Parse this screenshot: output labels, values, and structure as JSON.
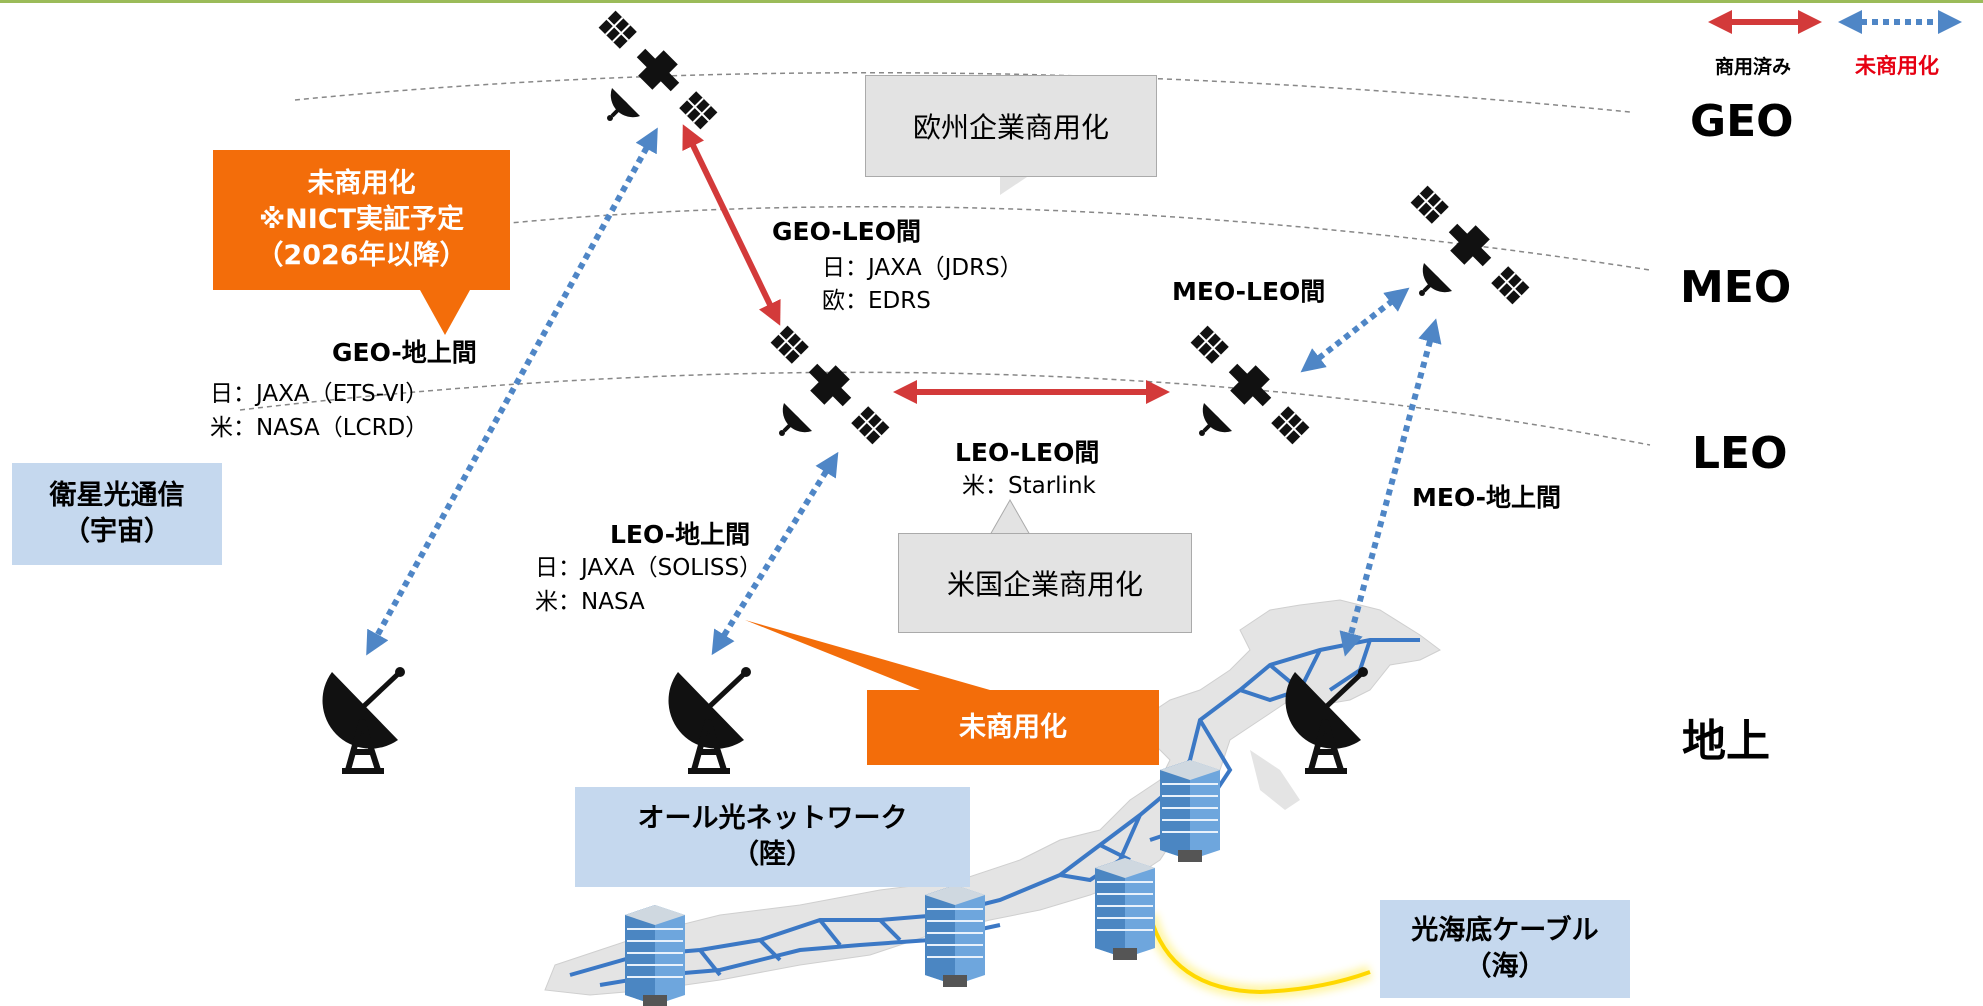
{
  "colors": {
    "commercial_arrow": "#d33a3a",
    "noncommercial_arrow": "#4f86c6",
    "orange_callout": "#f36d0a",
    "blue_box": "#c5d8ee",
    "grey_callout": "#e3e3e3",
    "legend_red_text": "#e60012",
    "cable_glow": "#ffe94a"
  },
  "legend": {
    "commercial": "商用済み",
    "noncommercial": "未商用化"
  },
  "orbits": {
    "geo": "GEO",
    "meo": "MEO",
    "leo": "LEO",
    "ground": "地上"
  },
  "links": {
    "geo_ground": {
      "title": "GEO-地上間",
      "lines": [
        "日：JAXA（ETS-VI）",
        "米：NASA（LCRD）"
      ]
    },
    "geo_leo": {
      "title": "GEO-LEO間",
      "lines": [
        "日：JAXA（JDRS）",
        "欧：EDRS"
      ]
    },
    "meo_leo": {
      "title": "MEO-LEO間"
    },
    "leo_leo": {
      "title": "LEO-LEO間",
      "lines": [
        "米：Starlink"
      ]
    },
    "leo_ground": {
      "title": "LEO-地上間",
      "lines": [
        "日：JAXA（SOLISS）",
        "米：NASA"
      ]
    },
    "meo_ground": {
      "title": "MEO-地上間"
    }
  },
  "callouts": {
    "geo_ground_orange": [
      "未商用化",
      "※NICT実証予定",
      "（2026年以降）"
    ],
    "europe": "欧州企業商用化",
    "us": "米国企業商用化",
    "leo_ground_orange": "未商用化"
  },
  "boxes": {
    "space": [
      "衛星光通信",
      "（宇宙）"
    ],
    "land": [
      "オール光ネットワーク",
      "（陸）"
    ],
    "sea": [
      "光海底ケーブル",
      "（海）"
    ]
  },
  "icons": {
    "satellite": "satellite-icon",
    "ground_station": "satellite-dish-icon",
    "building": "office-building-icon",
    "map": "japan-map-icon"
  }
}
